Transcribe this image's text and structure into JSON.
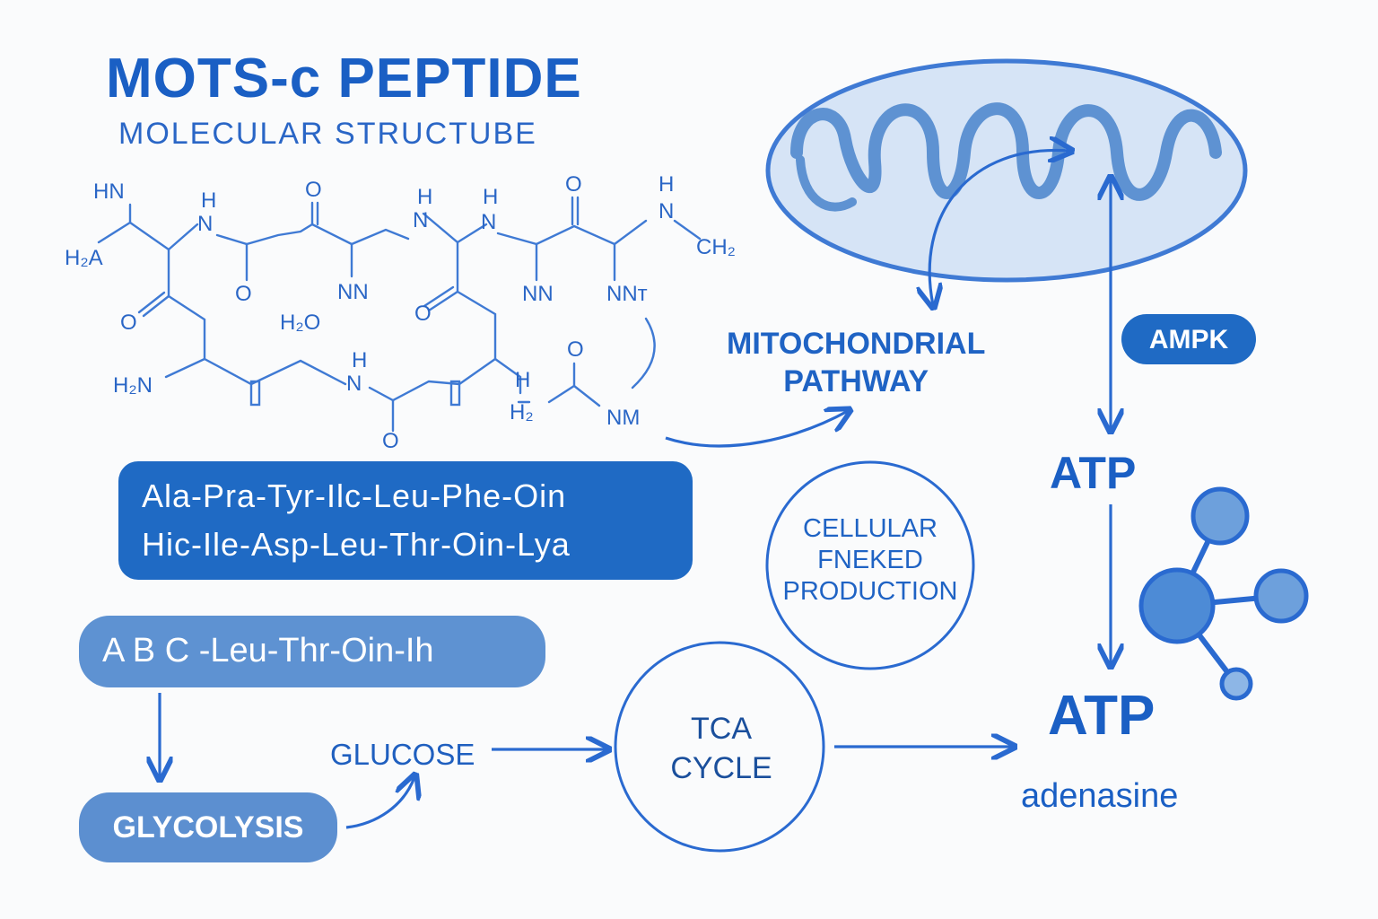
{
  "title": "MOTS-c PEPTIDE",
  "subtitle": "MOLECULAR STRUCTUBE",
  "structure_atoms": [
    "HN",
    "H₂A",
    "H",
    "N",
    "O",
    "O",
    "NN",
    "H",
    "N",
    "H",
    "N",
    "O",
    "H",
    "N",
    "CH₂",
    "O",
    "NN",
    "NNᴛ",
    "O",
    "H₂N",
    "H₂O",
    "H",
    "N",
    "O",
    "H",
    "O",
    "NM",
    "H₂"
  ],
  "sequence": {
    "line1": "Ala-Pra-Tyr-Ilc-Leu-Phe-Oin",
    "line2": "Hic-Ile-Asp-Leu-Thr-Oin-Lya"
  },
  "abc_pill": "A B C -Leu-Thr-Oin-Ih",
  "glycolysis": "GLYCOLYSIS",
  "glucose": "GLUCOSE",
  "tca": {
    "line1": "TCA",
    "line2": "CYCLE"
  },
  "mitochondrial": {
    "line1": "MITOCHONDRIAL",
    "line2": "PATHWAY"
  },
  "cellular": {
    "line1": "CELLULAR",
    "line2": "FNEKED",
    "line3": "PRODUCTION"
  },
  "ampk": "AMPK",
  "atp_top": "ATP",
  "atp_bottom": "ATP",
  "adenasine": "adenasine",
  "colors": {
    "primary": "#1f6ac4",
    "light": "#5e92d2",
    "mito_fill": "#d6e4f6",
    "molecule": "#4d8bd6",
    "background": "#fafbfc"
  }
}
